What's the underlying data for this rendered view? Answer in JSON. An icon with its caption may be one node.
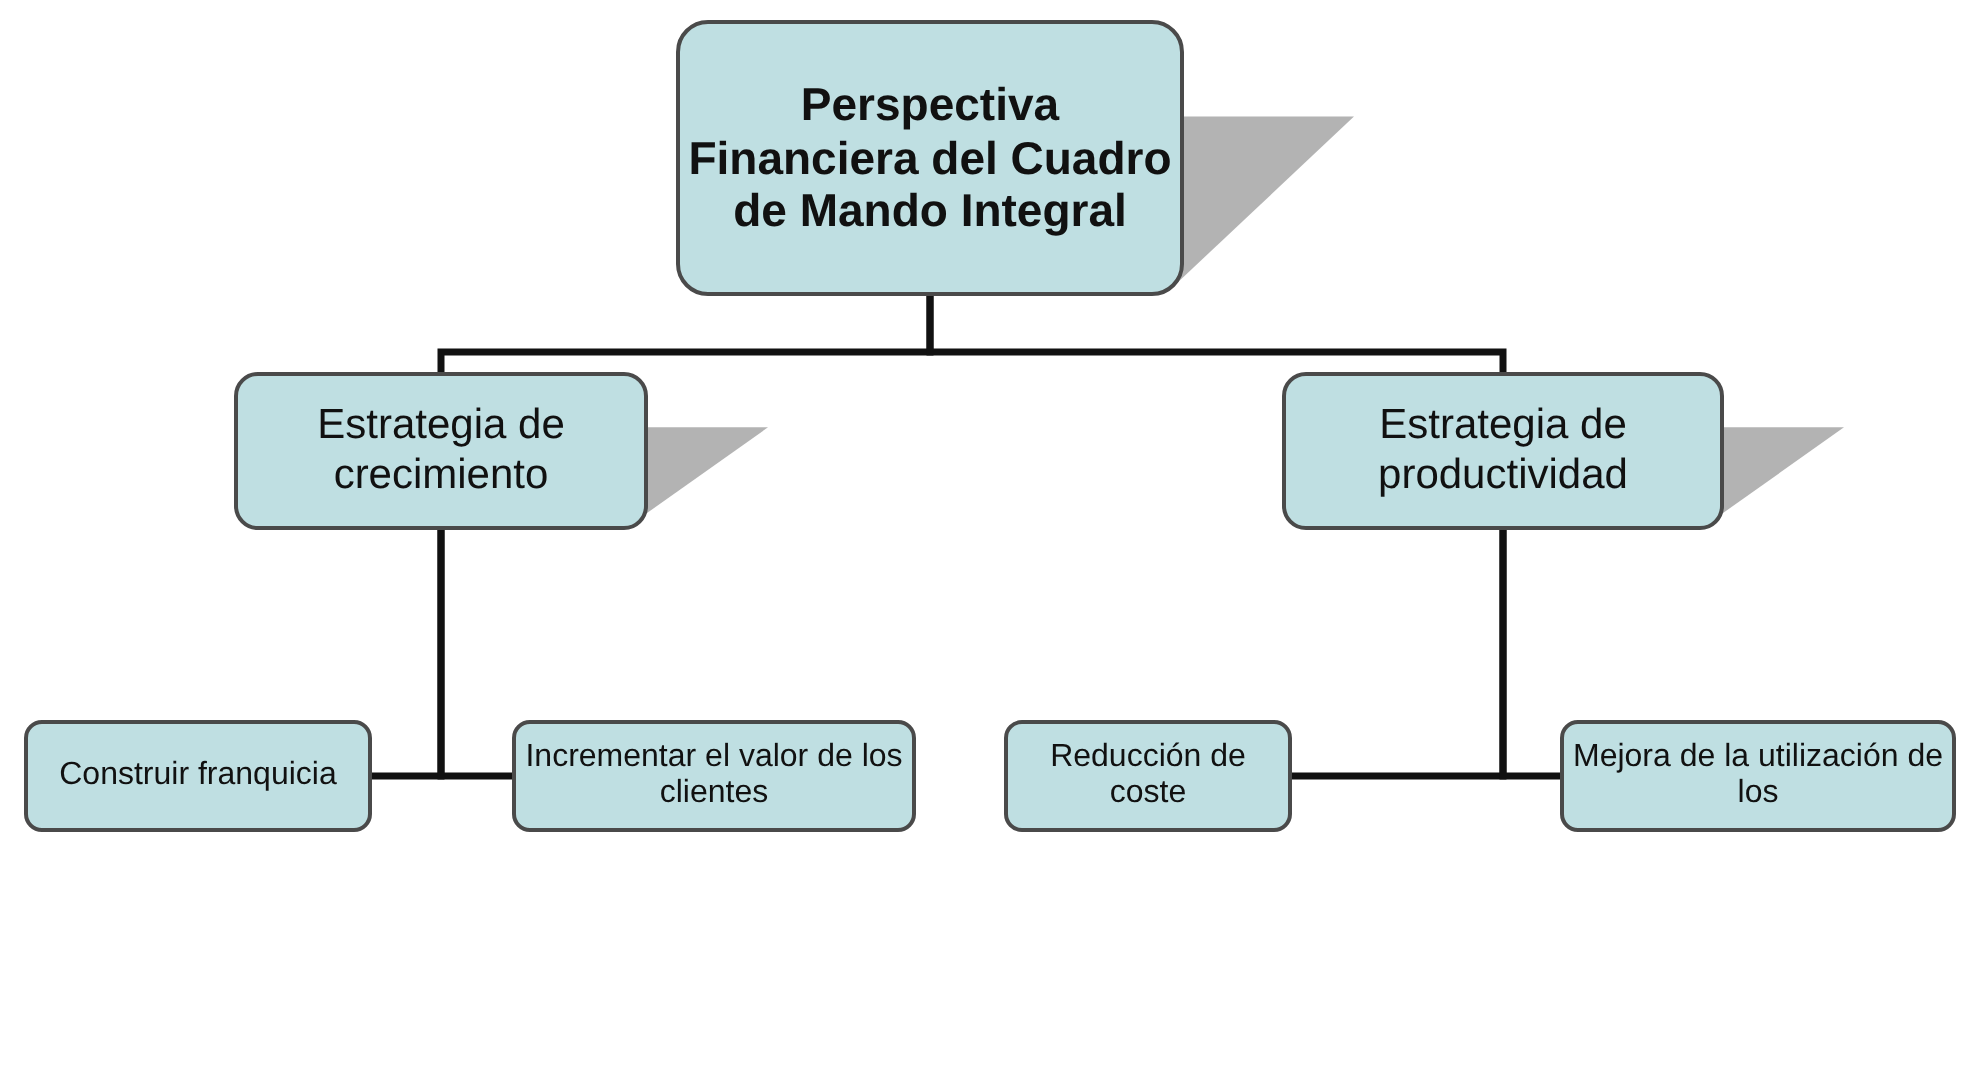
{
  "diagram": {
    "nodes": [
      {
        "text": [
          "Perspectiva Financiera del Cuadro de Mando Integral"
        ]
      },
      {
        "text": [
          "Estrategia de crecimiento"
        ]
      },
      {
        "text": [
          "Estrategia de productividad"
        ]
      },
      {
        "text": [
          "Construir franquicia"
        ]
      },
      {
        "text": [
          "Incrementar el valor de los clientes"
        ]
      },
      {
        "text": [
          "Reducción de coste"
        ]
      },
      {
        "text": [
          "Mejora de la utilización de los"
        ]
      }
    ],
    "edges": [
      {
        "from": 0,
        "to": 1,
        "arrow": "none"
      },
      {
        "from": 0,
        "to": 2,
        "arrow": "none"
      },
      {
        "from": 1,
        "to": 3,
        "arrow": "none"
      },
      {
        "from": 1,
        "to": 4,
        "arrow": "none"
      },
      {
        "from": 2,
        "to": 5,
        "arrow": "none"
      },
      {
        "from": 2,
        "to": 6,
        "arrow": "none"
      }
    ]
  }
}
